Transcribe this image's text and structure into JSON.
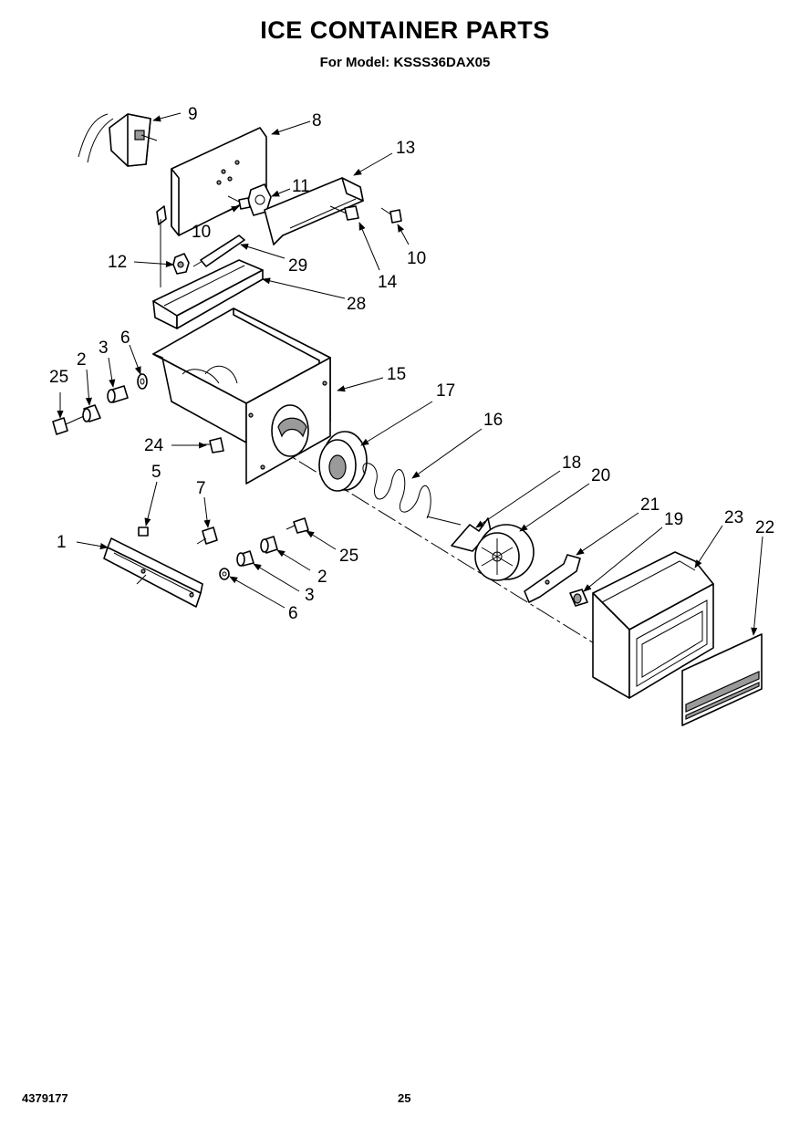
{
  "header": {
    "title": "ICE CONTAINER PARTS",
    "subtitle": "For Model: KSSS36DAX05"
  },
  "footer": {
    "document_number": "4379177",
    "page_number": "25"
  },
  "callouts": {
    "c9": "9",
    "c8": "8",
    "c13": "13",
    "c11": "11",
    "c10a": "10",
    "c10b": "10",
    "c14": "14",
    "c12": "12",
    "c29": "29",
    "c28": "28",
    "c25a": "25",
    "c2a": "2",
    "c3a": "3",
    "c6a": "6",
    "c15": "15",
    "c17": "17",
    "c16": "16",
    "c24": "24",
    "c5": "5",
    "c7": "7",
    "c1": "1",
    "c25b": "25",
    "c2b": "2",
    "c3b": "3",
    "c6b": "6",
    "c18": "18",
    "c20": "20",
    "c21": "21",
    "c19": "19",
    "c23": "23",
    "c22": "22"
  }
}
